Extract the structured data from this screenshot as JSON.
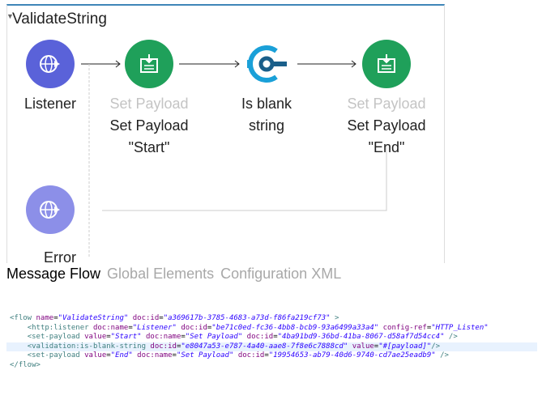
{
  "flow": {
    "title": "ValidateString",
    "nodes": [
      {
        "type": "Listener",
        "label": "Listener",
        "color": "#5a62d9"
      },
      {
        "type": "Set Payload",
        "label": "Set Payload",
        "sub": "\"Start\"",
        "color": "#1fa05a"
      },
      {
        "type": "",
        "label": "Is blank",
        "sub": "string",
        "color": "#1aa0d8"
      },
      {
        "type": "Set Payload",
        "label": "Set Payload",
        "sub": "\"End\"",
        "color": "#1fa05a"
      }
    ],
    "error": {
      "label": "Error",
      "color": "#8c8fe8"
    }
  },
  "tabs": [
    {
      "label": "Message Flow",
      "active": true
    },
    {
      "label": "Global Elements"
    },
    {
      "label": "Configuration XML"
    }
  ],
  "xml": [
    {
      "tag": "<flow",
      "attrs": [
        [
          "name",
          "ValidateString"
        ],
        [
          "doc:id",
          "a369617b-3785-4683-a73d-f86fa219cf73"
        ]
      ],
      "end": " >"
    },
    {
      "tag": "<http:listener",
      "attrs": [
        [
          "doc:name",
          "Listener"
        ],
        [
          "doc:id",
          "be71c0ed-fc36-4bb8-bcb9-93a6499a33a4"
        ],
        [
          "config-ref",
          "HTTP_Listen"
        ]
      ],
      "end": ""
    },
    {
      "tag": "<set-payload",
      "attrs": [
        [
          "value",
          "Start"
        ],
        [
          "doc:name",
          "Set Payload"
        ],
        [
          "doc:id",
          "4ba91bd9-36bd-41ba-8067-d58af7d54cc4"
        ]
      ],
      "end": " />"
    },
    {
      "tag": "<validation:is-blank-string",
      "attrs": [
        [
          "doc:id",
          "e8047a53-e787-4a40-aae8-7f8e6c7888cd"
        ],
        [
          "value",
          "#[payload]"
        ]
      ],
      "end": "/>"
    },
    {
      "tag": "<set-payload",
      "attrs": [
        [
          "value",
          "End"
        ],
        [
          "doc:name",
          "Set Payload"
        ],
        [
          "doc:id",
          "19954653-ab79-40d6-9740-cd7ae25eadb9"
        ]
      ],
      "end": " />"
    },
    {
      "tag": "</flow>",
      "attrs": [],
      "end": ""
    }
  ]
}
